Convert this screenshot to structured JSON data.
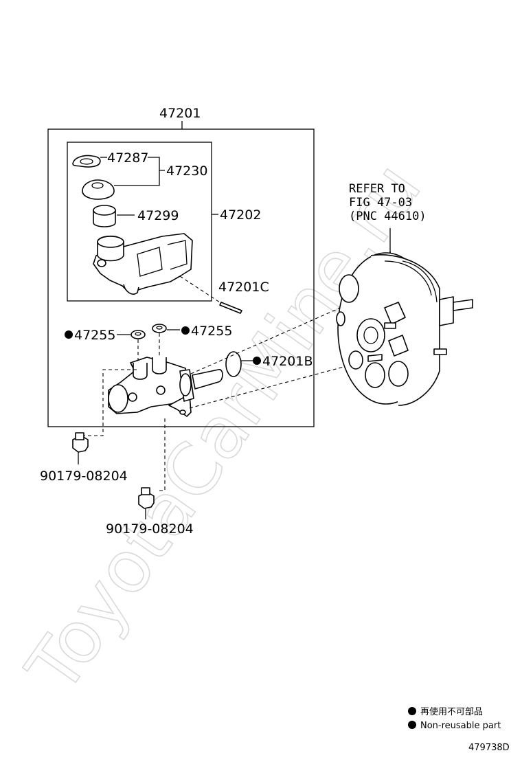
{
  "diagram": {
    "assembly_number": "47201",
    "subassembly_number": "47202",
    "parts": {
      "p47287": "47287",
      "p47230": "47230",
      "p47299": "47299",
      "p47201C": "47201C",
      "p47255_left": "47255",
      "p47255_right": "47255",
      "p47201B": "47201B",
      "plug_1": "90179-08204",
      "plug_2": "90179-08204"
    },
    "reference": {
      "line1": "REFER TO",
      "line2": "FIG 47-03",
      "line3": "(PNC 44610)"
    },
    "watermark": "ToyotaCarMine.ru",
    "legend": {
      "japanese": "再使用不可部品",
      "english": "Non-reusable part"
    },
    "figure_code": "479738D"
  }
}
